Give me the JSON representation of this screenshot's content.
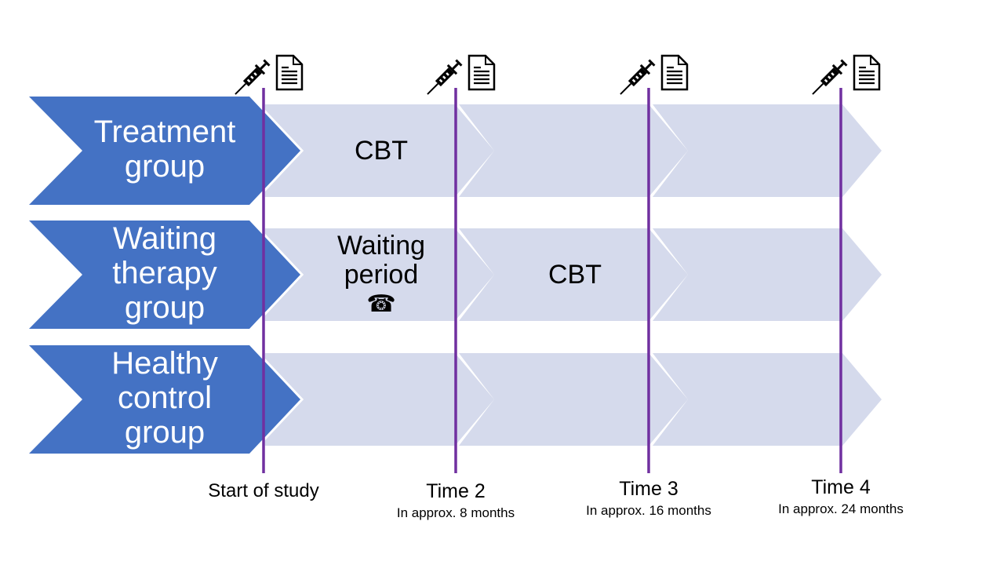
{
  "colors": {
    "group_fill": "#4472c4",
    "phase_fill": "#d5daec",
    "timeline": "#7030a0",
    "text": "#000000",
    "group_text": "#ffffff"
  },
  "groups": [
    {
      "label_lines": [
        "Treatment",
        "group"
      ],
      "phases": [
        {
          "label_lines": [
            "CBT"
          ],
          "icon": null
        },
        {
          "label_lines": [],
          "icon": null
        },
        {
          "label_lines": [],
          "icon": null
        }
      ]
    },
    {
      "label_lines": [
        "Waiting",
        "therapy",
        "group"
      ],
      "phases": [
        {
          "label_lines": [
            "Waiting",
            "period"
          ],
          "icon": "telephone-icon",
          "icon_glyph": "☎"
        },
        {
          "label_lines": [
            "CBT"
          ],
          "icon": null
        },
        {
          "label_lines": [],
          "icon": null
        }
      ]
    },
    {
      "label_lines": [
        "Healthy",
        "control",
        "group"
      ],
      "phases": [
        {
          "label_lines": [],
          "icon": null
        },
        {
          "label_lines": [],
          "icon": null
        },
        {
          "label_lines": [],
          "icon": null
        }
      ]
    }
  ],
  "timepoints": [
    {
      "title": "Start of study",
      "subtitle": "",
      "icons": [
        "syringe-icon",
        "document-icon"
      ]
    },
    {
      "title": "Time 2",
      "subtitle": "In approx. 8 months",
      "icons": [
        "syringe-icon",
        "document-icon"
      ]
    },
    {
      "title": "Time 3",
      "subtitle": "In approx. 16 months",
      "icons": [
        "syringe-icon",
        "document-icon"
      ]
    },
    {
      "title": "Time 4",
      "subtitle": "In approx. 24 months",
      "icons": [
        "syringe-icon",
        "document-icon"
      ]
    }
  ]
}
